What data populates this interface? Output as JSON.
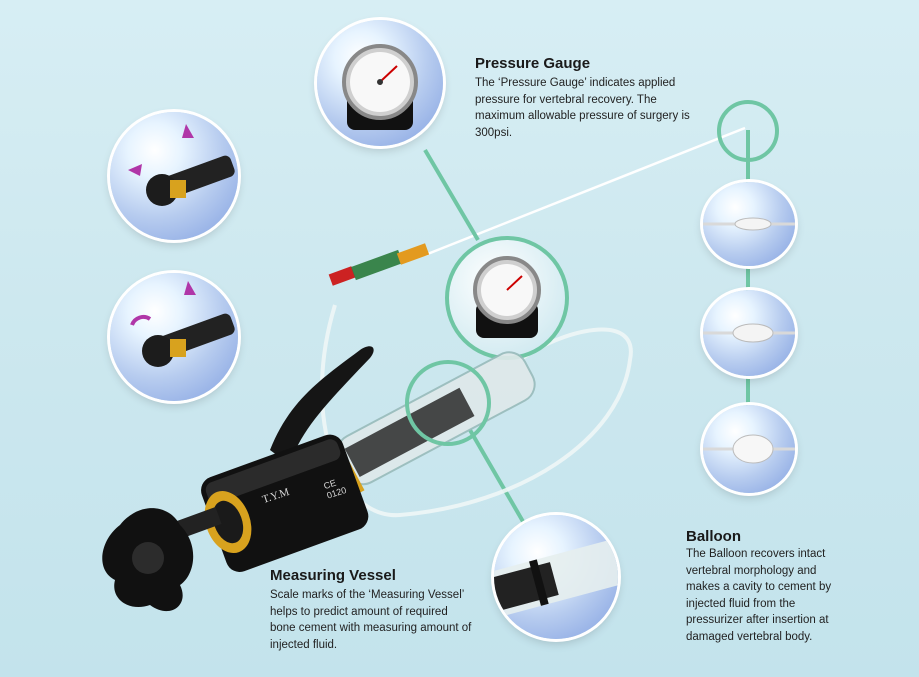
{
  "pressure_gauge": {
    "title": "Pressure Gauge",
    "body": "The ‘Pressure Gauge’ indicates applied pressure for vertebral recovery. The maximum allowable pressure of surgery is 300psi."
  },
  "balloon": {
    "title": "Balloon",
    "body": "The Balloon recovers intact vertebral morphology and makes a cavity to cement by injected fluid from the pressurizer after insertion at damaged vertebral body."
  },
  "measuring_vessel": {
    "title": "Measuring Vessel",
    "body": "Scale marks of the ‘Measuring Vessel’ helps to predict amount of required bone cement with measuring amount of injected fluid."
  },
  "device": {
    "brand": "T.Y.M",
    "ce_mark": "CE",
    "ce_number": "0120"
  },
  "colors": {
    "connector_green": "#6fc6a4",
    "background": "#cfe9f0",
    "gold_ring": "#d8a21e"
  }
}
